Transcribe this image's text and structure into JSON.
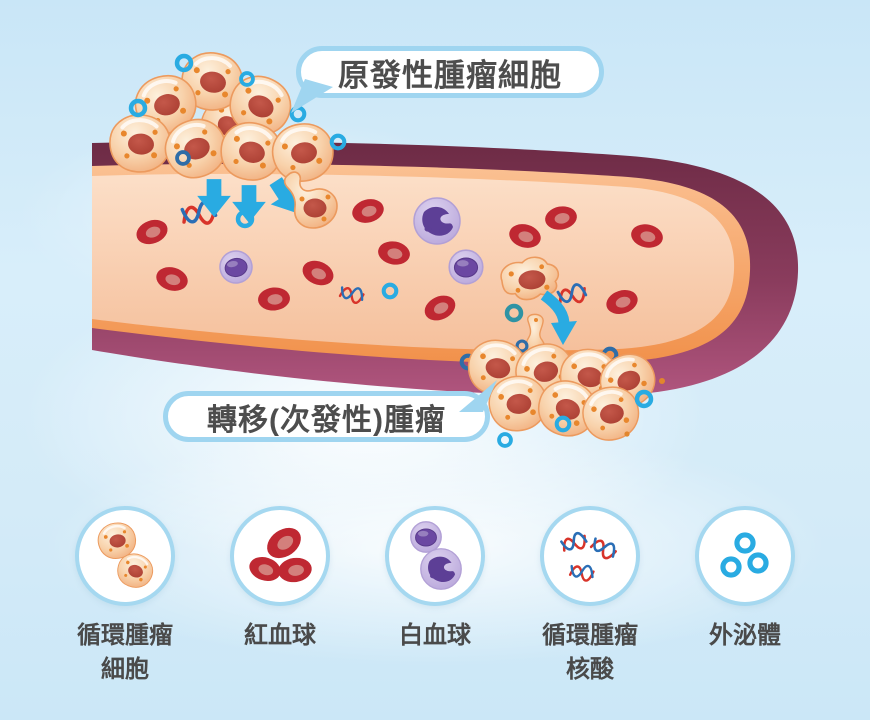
{
  "annotations": {
    "primary_tumor_label": "原發性腫瘤細胞",
    "metastatic_tumor_label": "轉移(次發性)腫瘤"
  },
  "legend": {
    "items": [
      {
        "name": "circulating-tumor-cells",
        "icon": "tumor-cells-icon",
        "label": "循環腫瘤\n細胞"
      },
      {
        "name": "red-blood-cells",
        "icon": "red-blood-cell-icon",
        "label": "紅血球"
      },
      {
        "name": "white-blood-cells",
        "icon": "white-blood-cell-icon",
        "label": "白血球"
      },
      {
        "name": "circulating-tumor-nucleic-acid",
        "icon": "dna-icon",
        "label": "循環腫瘤\n核酸"
      },
      {
        "name": "exosomes",
        "icon": "exosome-icon",
        "label": "外泌體"
      }
    ]
  },
  "colors": {
    "background": "#cfe9f8",
    "accent_cyan": "#29abe2",
    "dark_ring": "#2f6da7",
    "vessel_wall": "#7c3351",
    "vessel_lining": "#f29a55",
    "lumen": "#f8cfae",
    "tumor_cell": "#f6c49c",
    "tumor_nucleus": "#b9453a",
    "rbc": "#bf2832",
    "wbc": "#6b48a2",
    "bubble_border": "#9fd5f0",
    "text": "#4d4d4d"
  }
}
